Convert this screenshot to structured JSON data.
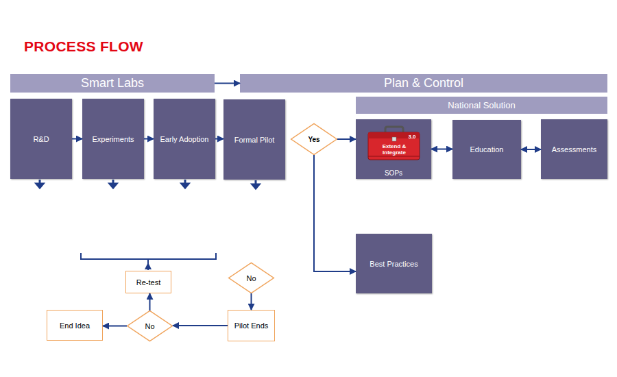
{
  "diagram": {
    "title": "PROCESS FLOW",
    "nodes": [
      {
        "text": [
          "Smart Labs"
        ]
      },
      {
        "text": [
          "Plan & Control"
        ]
      },
      {
        "text": [
          "National Solution"
        ]
      },
      {
        "text": [
          "R&D"
        ]
      },
      {
        "text": [
          "Experiments"
        ]
      },
      {
        "text": [
          "Early Adoption"
        ]
      },
      {
        "text": [
          "Formal Pilot"
        ]
      },
      {
        "text": [
          "Yes"
        ]
      },
      {
        "text": [
          "SOPs"
        ]
      },
      {
        "text": [
          "Education"
        ]
      },
      {
        "text": [
          "Assessments"
        ]
      },
      {
        "text": [
          "Best Practices"
        ]
      },
      {
        "text": [
          "Re-test"
        ]
      },
      {
        "text": [
          "No"
        ]
      },
      {
        "text": [
          "End Idea"
        ]
      },
      {
        "text": [
          "No"
        ]
      },
      {
        "text": [
          "Pilot Ends"
        ]
      }
    ],
    "edges": [
      {
        "from": 0,
        "to": 1,
        "arrow": "to"
      },
      {
        "from": 3,
        "to": 4,
        "arrow": "to"
      },
      {
        "from": 4,
        "to": 5,
        "arrow": "to"
      },
      {
        "from": 5,
        "to": 6,
        "arrow": "to"
      },
      {
        "from": 7,
        "to": 8,
        "arrow": "to"
      },
      {
        "from": 8,
        "to": 9,
        "arrow": "both"
      },
      {
        "from": 9,
        "to": 10,
        "arrow": "both"
      },
      {
        "from": 7,
        "to": 11,
        "arrow": "to"
      },
      {
        "from": 13,
        "to": 16,
        "arrow": "to"
      },
      {
        "from": 16,
        "to": 15,
        "arrow": "to"
      },
      {
        "from": 15,
        "to": 14,
        "arrow": "to"
      },
      {
        "from": 15,
        "to": 12,
        "arrow": "to"
      }
    ],
    "labels": [
      "3.0",
      "Extend & Integrate"
    ]
  }
}
